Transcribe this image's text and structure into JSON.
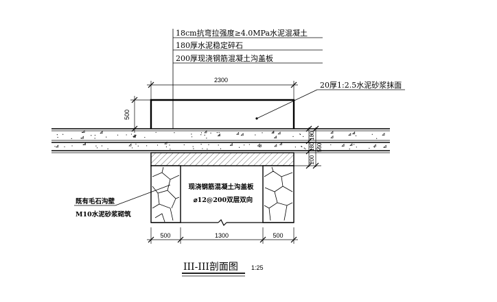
{
  "layer_notes": [
    "18cm抗弯拉强度≥4.0MPa水泥混凝土",
    "180厚水泥稳定碎石",
    "200厚现浇钢筋混凝土沟盖板"
  ],
  "mortar_note": "20厚1:2.5水泥砂浆抹面",
  "wall_note": {
    "line1": "既有毛石沟壁",
    "line2": "M10水泥砂浆砌筑"
  },
  "slab_note": {
    "line1": "现浇钢筋混凝土沟盖板",
    "line2": "⌀12@200双层双向"
  },
  "dimensions": {
    "top_width": "2300",
    "curb_height": "500",
    "right_180_a": "180",
    "right_180_b": "180",
    "right_200": "200",
    "right_560": "560",
    "bottom_left": "500",
    "bottom_mid": "1300",
    "bottom_right": "500"
  },
  "title": {
    "text": "III-III剖面图",
    "scale": "1:25"
  },
  "colors": {
    "line": "#000000",
    "background": "#ffffff"
  }
}
